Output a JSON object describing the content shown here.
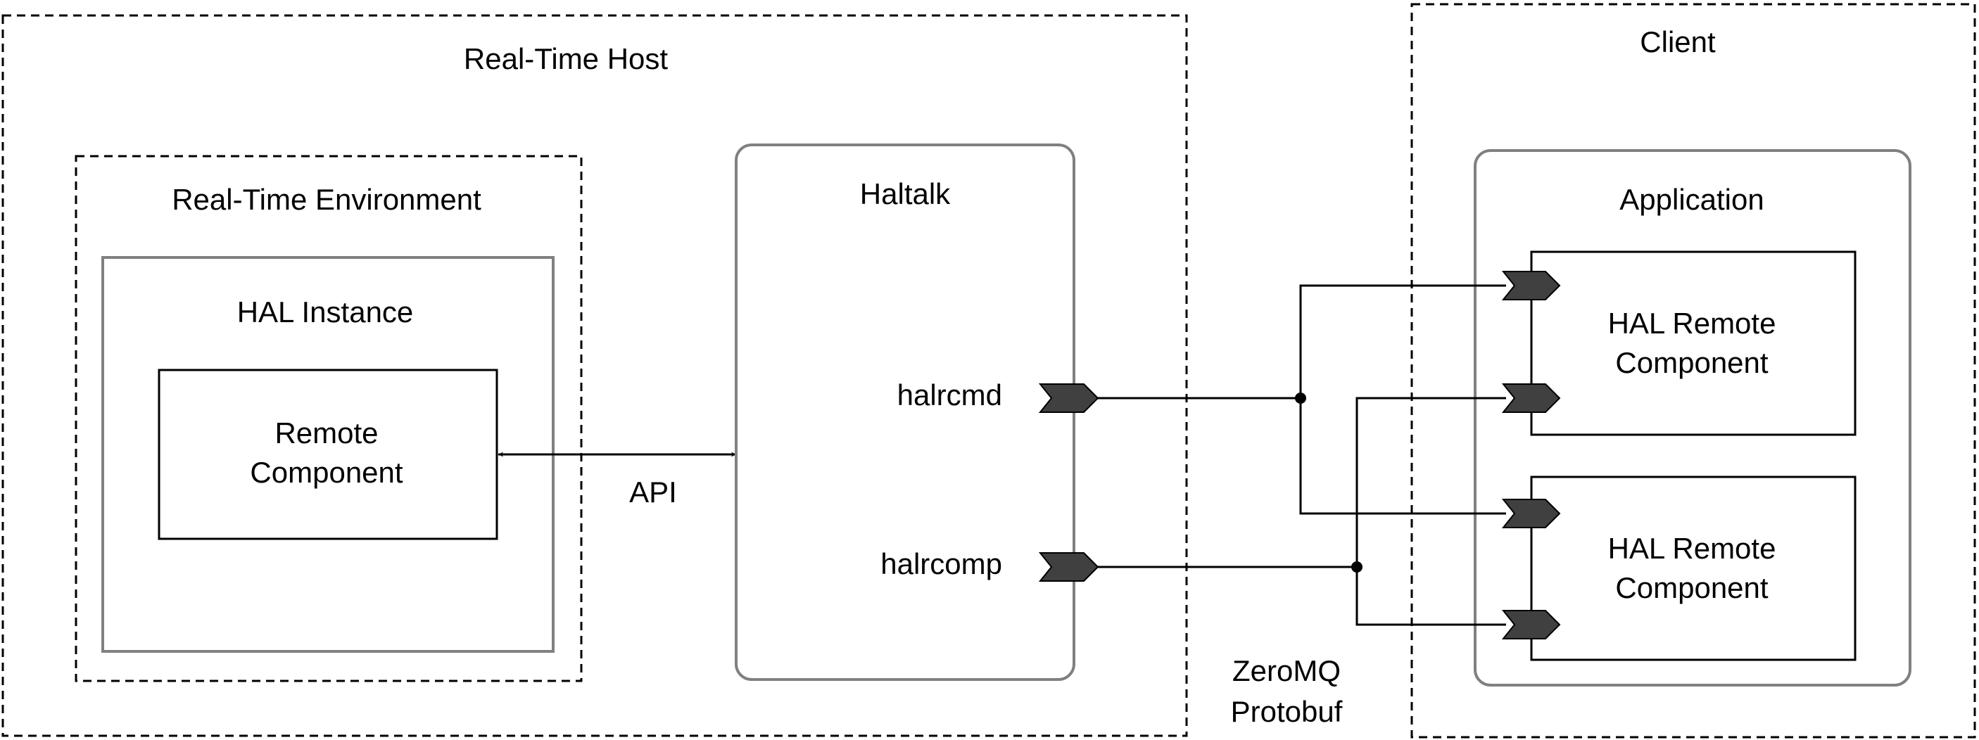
{
  "realtime_host": {
    "title": "Real-Time Host"
  },
  "realtime_environment": {
    "title": "Real-Time Environment"
  },
  "hal_instance": {
    "title": "HAL Instance"
  },
  "remote_component": {
    "line1": "Remote",
    "line2": "Component"
  },
  "api_link": {
    "label": "API"
  },
  "haltalk": {
    "title": "Haltalk",
    "port_cmd": "halrcmd",
    "port_comp": "halrcomp"
  },
  "transport": {
    "line1": "ZeroMQ",
    "line2": "Protobuf"
  },
  "client": {
    "title": "Client"
  },
  "application": {
    "title": "Application"
  },
  "hal_remote_component_1": {
    "line1": "HAL Remote",
    "line2": "Component"
  },
  "hal_remote_component_2": {
    "line1": "HAL Remote",
    "line2": "Component"
  },
  "colors": {
    "line": "#000000",
    "container_border": "#808080",
    "port_fill": "#404040"
  }
}
